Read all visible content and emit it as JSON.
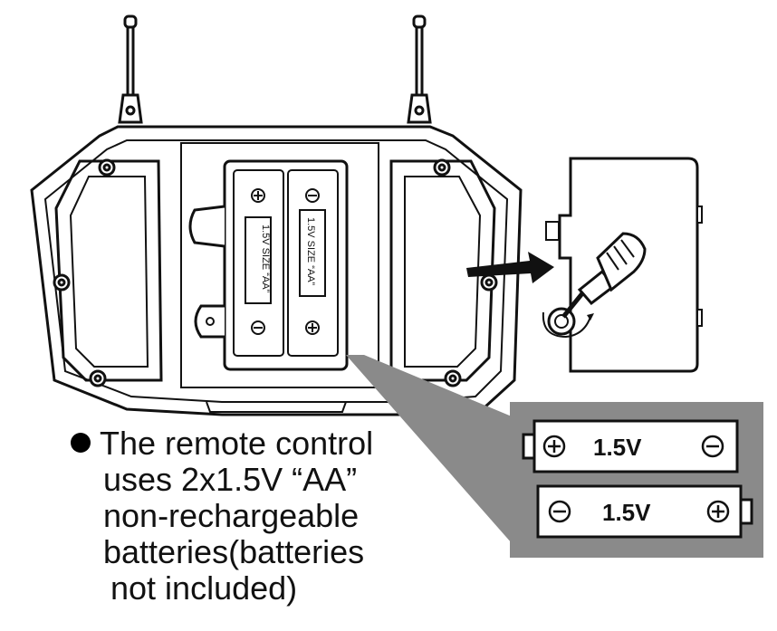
{
  "caption": {
    "line1": "The remote control",
    "line2": "uses 2x1.5V “AA”",
    "line3": "non-rechargeable",
    "line4": "batteries(batteries",
    "line5": "not included)"
  },
  "compartment": {
    "left_slot_label": "1.5V  SIZE  “AA”",
    "right_slot_label": "1.5V  SIZE  “AA”"
  },
  "batteries": {
    "top": {
      "voltage": "1.5V",
      "left_terminal": "+",
      "right_terminal": "−"
    },
    "bottom": {
      "voltage": "1.5V",
      "left_terminal": "−",
      "right_terminal": "+"
    }
  },
  "colors": {
    "line": "#111111",
    "callout_gray": "#8a8a8a",
    "background": "#ffffff"
  }
}
